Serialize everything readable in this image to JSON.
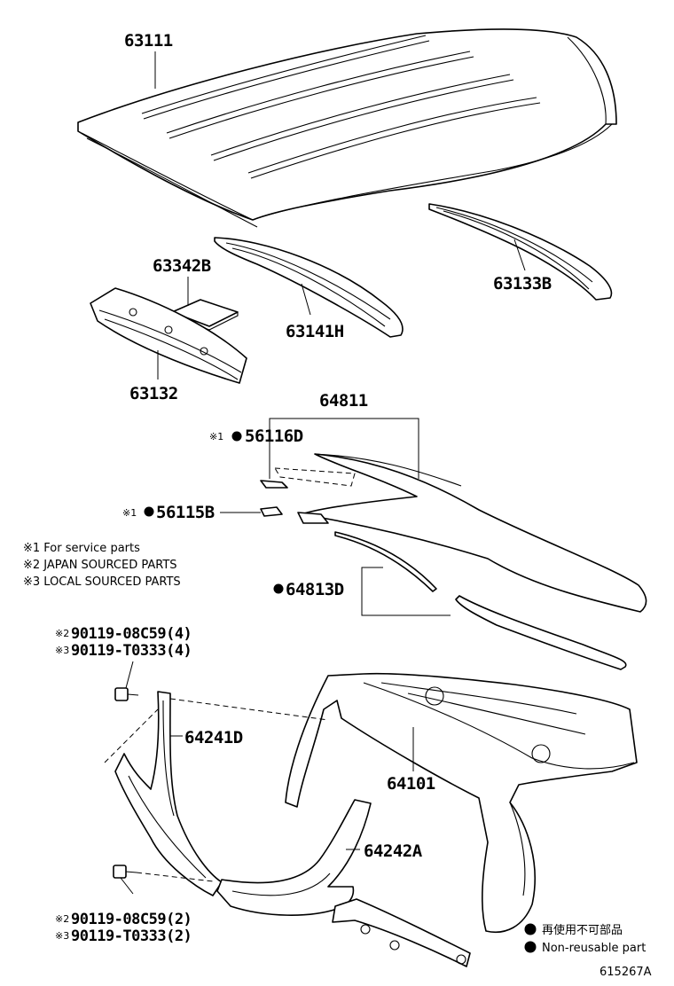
{
  "parts": {
    "p63111": "63111",
    "p63133B": "63133B",
    "p63342B": "63342B",
    "p63141H": "63141H",
    "p63132": "63132",
    "p64811": "64811",
    "p56116D": "56116D",
    "p56115B": "56115B",
    "p64813D": "64813D",
    "p64241D": "64241D",
    "p64101": "64101",
    "p64242A": "64242A"
  },
  "marks": {
    "ref1": "※1",
    "ref2": "※2",
    "ref3": "※3"
  },
  "notes": [
    "※1 For service parts",
    "※2 JAPAN SOURCED PARTS",
    "※3 LOCAL SOURCED PARTS"
  ],
  "fasteners": {
    "upper_1": "90119-08C59(4)",
    "upper_2": "90119-T0333(4)",
    "lower_1": "90119-08C59(2)",
    "lower_2": "90119-T0333(2)"
  },
  "legend": {
    "line1": "再使用不可部品",
    "line2": "Non-reusable part"
  },
  "figure_id": "615267A",
  "colors": {
    "line": "#000000",
    "background": "#ffffff"
  }
}
